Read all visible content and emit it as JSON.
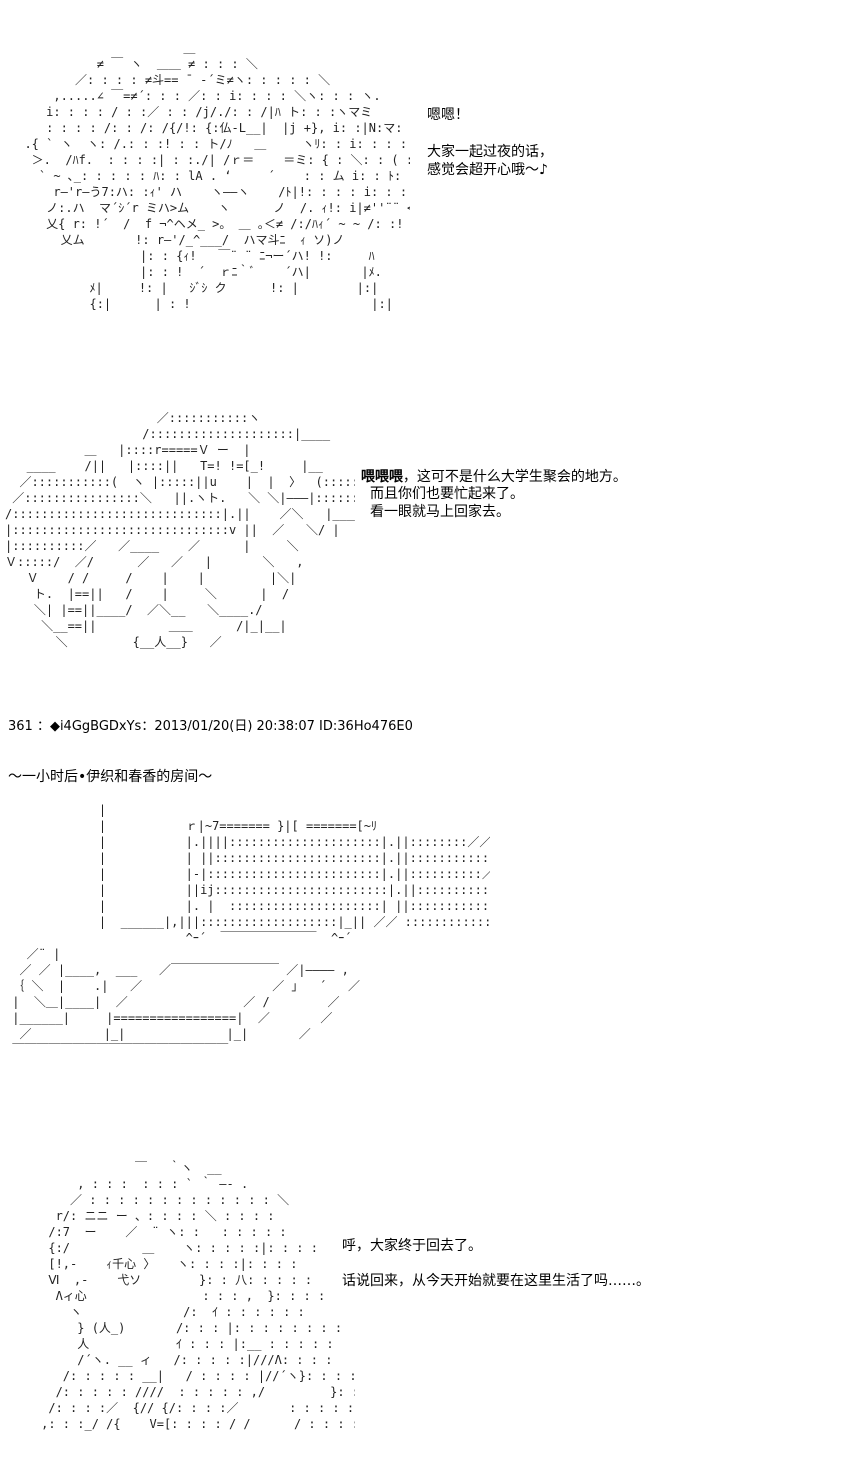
{
  "scene1": {
    "lines": [
      "嗯嗯！",
      "大家一起过夜的话，",
      "感觉会超开心哦～♪"
    ]
  },
  "scene2": {
    "line1_bold": "喂喂喂",
    "line1_rest": "，这可不是什么大学生聚会的地方。",
    "lines": [
      "而且你们也要忙起来了。",
      "看一眼就马上回家去。"
    ]
  },
  "post_header": "361 ：◆i4GgBGDxYs：2013/01/20(日) 20:38:07 ID:36Ho476E0",
  "scene_title": "～一小时后•伊织和春香的房间～",
  "scene4": {
    "lines": [
      "呼，大家终于回去了。",
      "话说回来，从今天开始就要在这里生活了吗……。"
    ]
  }
}
